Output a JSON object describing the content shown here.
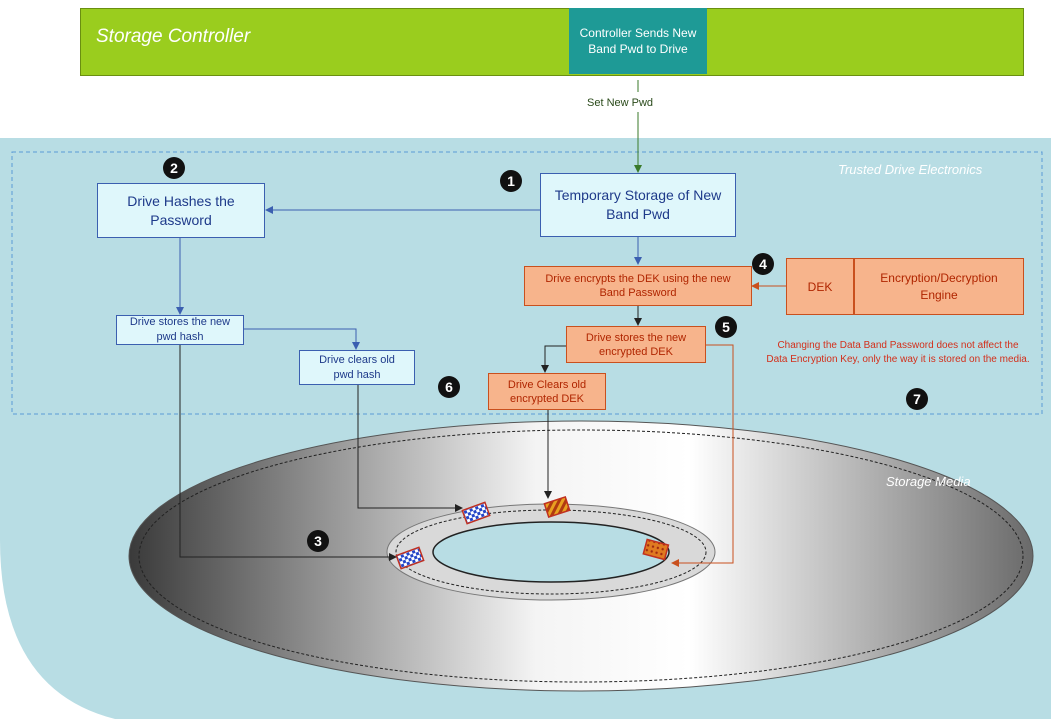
{
  "controller": {
    "title": "Storage Controller",
    "action": "Controller Sends New Band Pwd to Drive",
    "signal": "Set New Pwd"
  },
  "zones": {
    "trusted": "Trusted Drive Electronics",
    "media": "Storage Media"
  },
  "steps": {
    "temp_storage": "Temporary Storage of New Band Pwd",
    "hash": "Drive Hashes the Password",
    "store_hash": "Drive stores the new pwd hash",
    "clear_hash": "Drive clears old pwd hash",
    "encrypt_dek": "Drive encrypts the DEK using the new Band Password",
    "store_dek": "Drive stores the new encrypted DEK",
    "clear_dek": "Drive Clears old encrypted DEK"
  },
  "engine": {
    "dek": "DEK",
    "engine": "Encryption/Decryption Engine"
  },
  "note": "Changing the Data Band Password does not affect the Data Encryption Key, only the way it is stored on the media.",
  "badges": {
    "b1": "1",
    "b2": "2",
    "b3": "3",
    "b4": "4",
    "b5": "5",
    "b6": "6",
    "b7": "7"
  },
  "colors": {
    "controller_bar": "#9acd1e",
    "controller_box": "#1e9a96",
    "trusted_zone": "#b8dde4",
    "flow_blue": "#3b5fb0",
    "flow_red": "#c9501e",
    "note_red": "#d32f1a"
  }
}
